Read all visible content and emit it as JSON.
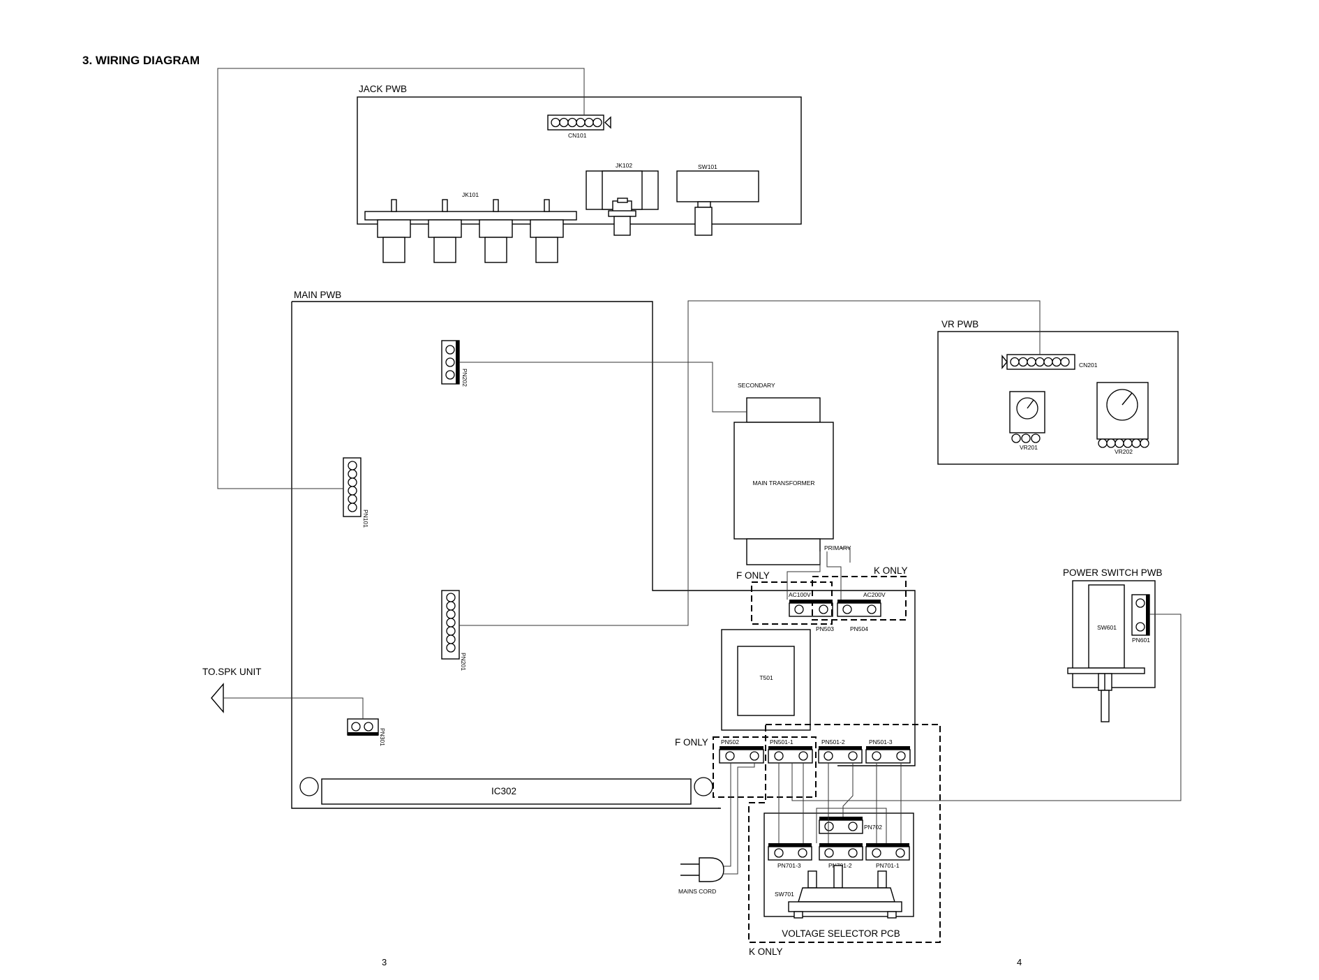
{
  "title": "3. WIRING DIAGRAM",
  "boards": {
    "jack_pwb": "JACK PWB",
    "main_pwb": "MAIN PWB",
    "vr_pwb": "VR PWB",
    "power_switch_pwb": "POWER SWITCH PWB",
    "voltage_selector_pcb": "VOLTAGE SELECTOR PCB"
  },
  "components": {
    "cn101": "CN101",
    "jk101": "JK101",
    "jk102": "JK102",
    "sw101": "SW101",
    "pn202": "PN202",
    "pn101": "PN101",
    "pn201": "PN201",
    "pn301": "PN301",
    "ic302": "IC302",
    "secondary": "SECONDARY",
    "main_transformer": "MAIN TRANSFORMER",
    "primary": "PRIMARY",
    "ac100v": "AC100V",
    "ac200v": "AC200V",
    "pn503": "PN503",
    "pn504": "PN504",
    "t501": "T501",
    "pn502": "PN502",
    "pn501_1": "PN501-1",
    "pn501_2": "PN501-2",
    "pn501_3": "PN501-3",
    "cn201": "CN201",
    "vr201": "VR201",
    "vr202": "VR202",
    "sw601": "SW601",
    "pn601": "PN601",
    "pn702": "PN702",
    "pn701_3": "PN701-3",
    "pn701_2": "PN701-2",
    "pn701_1": "PN701-1",
    "sw701": "SW701",
    "mains_cord": "MAINS CORD"
  },
  "annotations": {
    "f_only": "F ONLY",
    "k_only": "K ONLY",
    "to_spk_unit": "TO.SPK UNIT"
  },
  "page_numbers": {
    "left": "3",
    "right": "4"
  }
}
